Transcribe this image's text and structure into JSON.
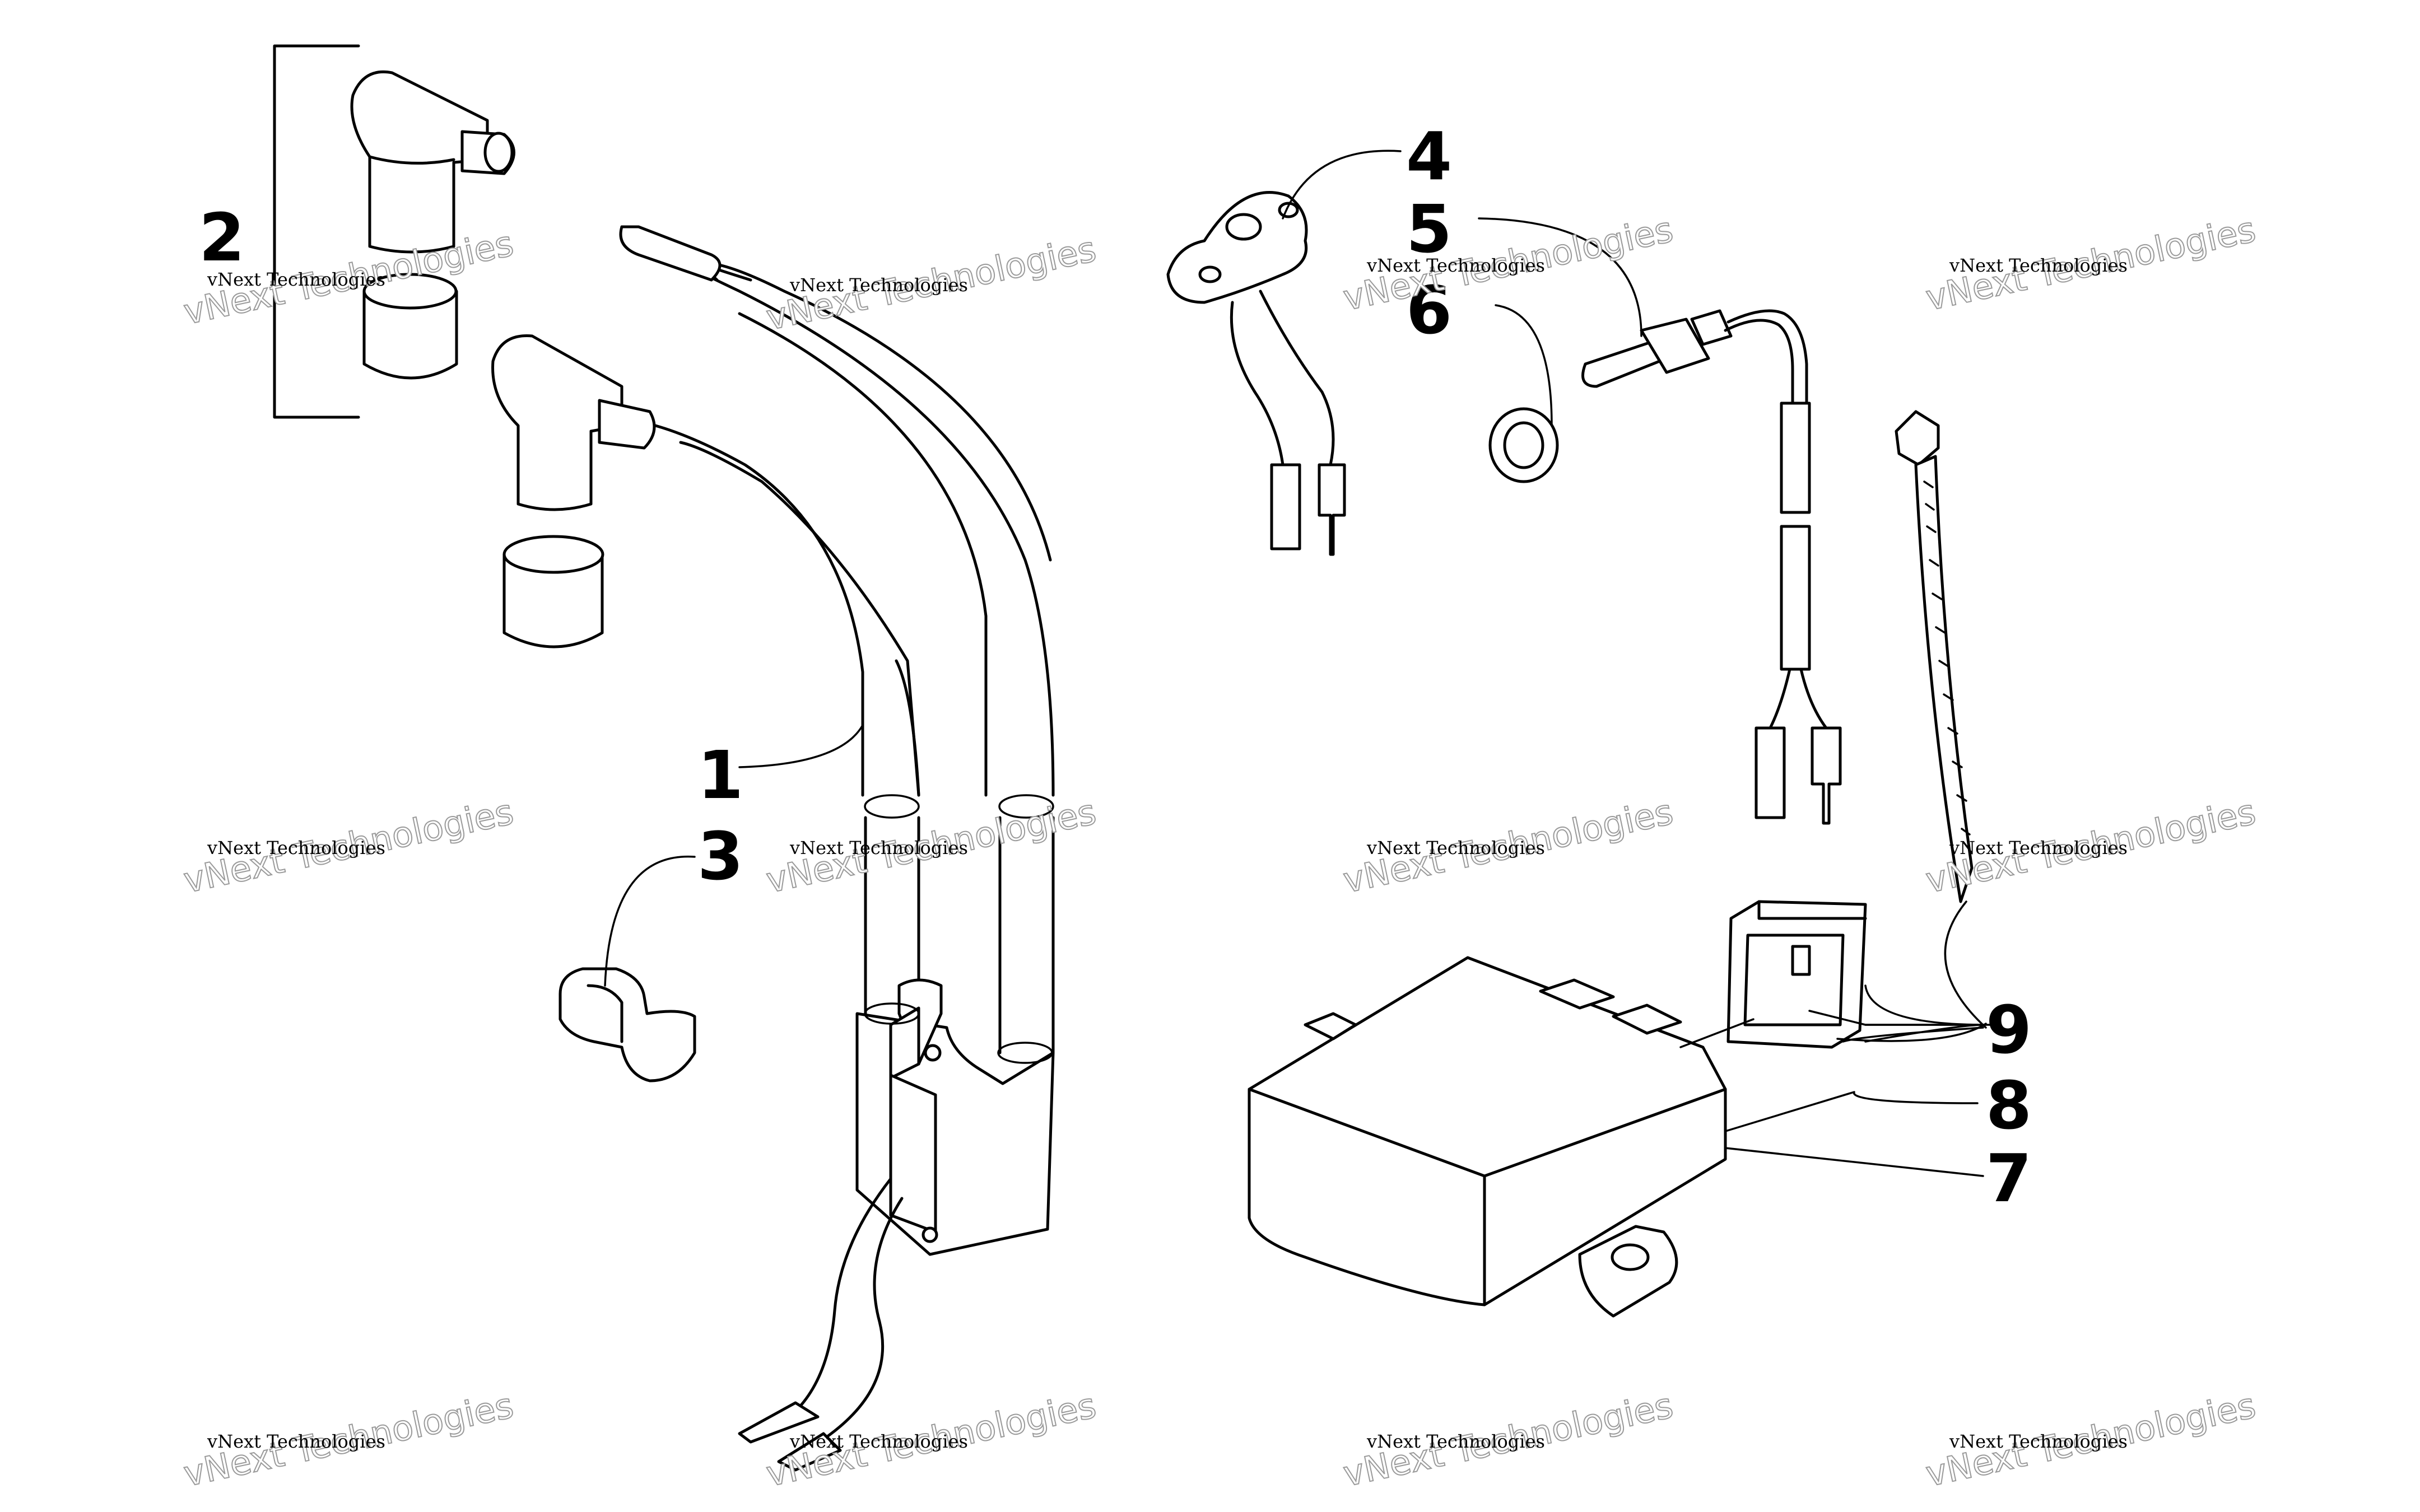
{
  "callouts": [
    {
      "label": "1",
      "part": "ignition coil with high-tension leads"
    },
    {
      "label": "2",
      "part": "spark plug cap with boot"
    },
    {
      "label": "3",
      "part": "lead clip"
    },
    {
      "label": "4",
      "part": "sensor with mounting flange"
    },
    {
      "label": "5",
      "part": "temperature sensor"
    },
    {
      "label": "6",
      "part": "sealing washer"
    },
    {
      "label": "7",
      "part": "CDI control unit"
    },
    {
      "label": "8",
      "part": "connector cover"
    },
    {
      "label": "9",
      "part": "cable tie"
    }
  ],
  "watermark": {
    "small_text": "vNext Technologies",
    "big_text": "vNext Technologies"
  }
}
